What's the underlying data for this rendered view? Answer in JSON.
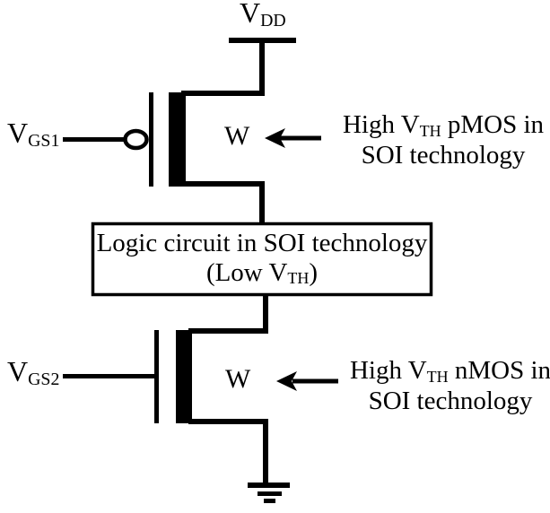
{
  "labels": {
    "vdd": {
      "main": "V",
      "sub": "DD"
    },
    "vgs1": {
      "main": "V",
      "sub": "GS1"
    },
    "vgs2": {
      "main": "V",
      "sub": "GS2"
    },
    "w_pmos": "W",
    "w_nmos": "W"
  },
  "logic_box": {
    "line1": "Logic circuit in SOI technology",
    "line2_pre": "(Low V",
    "line2_sub": "TH",
    "line2_post": ")"
  },
  "annotations": {
    "pmos": {
      "line1_pre": "High V",
      "line1_sub": "TH",
      "line1_post": " pMOS in",
      "line2": "SOI technology"
    },
    "nmos": {
      "line1_pre": "High V",
      "line1_sub": "TH",
      "line1_post": " nMOS in",
      "line2": "SOI technology"
    }
  },
  "colors": {
    "ink": "#000000",
    "background": "#ffffff"
  }
}
